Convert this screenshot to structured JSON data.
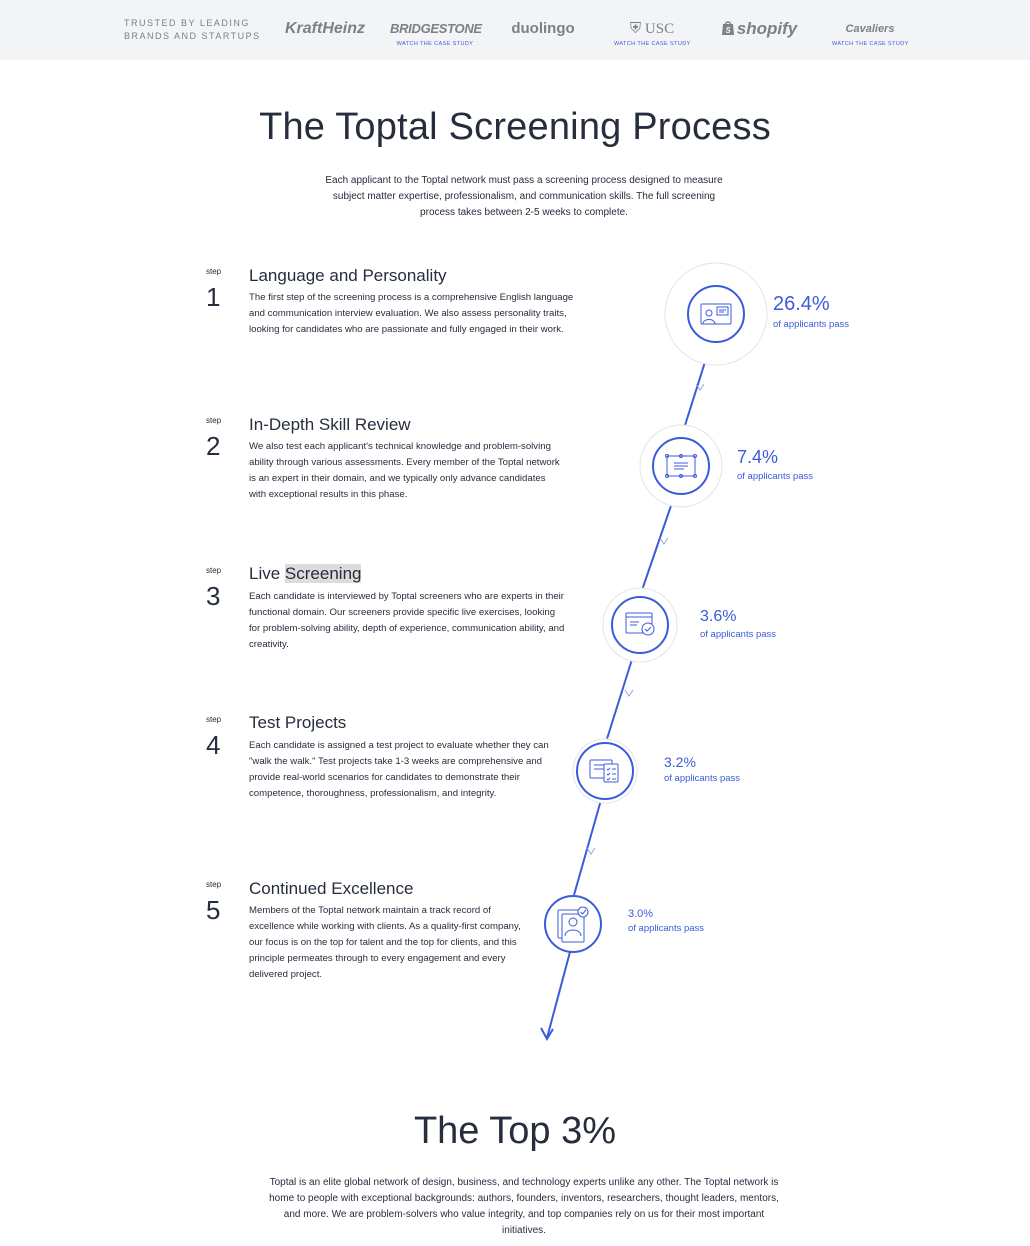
{
  "brandbar": {
    "trusted": "TRUSTED BY LEADING BRANDS AND STARTUPS",
    "case_study": "WATCH THE CASE STUDY",
    "logos": [
      "KraftHeinz",
      "BRIDGESTONE",
      "duolingo",
      "USC",
      "shopify",
      "Cavaliers"
    ]
  },
  "main": {
    "title": "The Toptal Screening Process",
    "intro": "Each applicant to the Toptal network must pass a screening process designed to measure subject matter expertise, professionalism, and communication skills. The full screening process takes between 2-5 weeks to complete."
  },
  "step_label": "step",
  "pass_label": "of applicants pass",
  "steps": [
    {
      "num": "1",
      "title": "Language and Personality",
      "desc": "The first step of the screening process is a comprehensive English language and communication interview evaluation. We also assess personality traits, looking for candidates who are passionate and fully engaged in their work.",
      "pct": "26.4%",
      "icon": "interview-chat-icon"
    },
    {
      "num": "2",
      "title": "In-Depth Skill Review",
      "desc": "We also test each applicant's technical knowledge and problem-solving ability through various assessments. Every member of the Toptal network is an expert in their domain, and we typically only advance candidates with exceptional results in this phase.",
      "pct": "7.4%",
      "icon": "assessment-board-icon"
    },
    {
      "num": "3",
      "title_a": "Live ",
      "title_b": "Screening",
      "desc": "Each candidate is interviewed by Toptal screeners who are experts in their functional domain. Our screeners provide specific live exercises, looking for problem-solving ability, depth of experience, communication ability, and creativity.",
      "pct": "3.6%",
      "icon": "live-screen-icon"
    },
    {
      "num": "4",
      "title": "Test Projects",
      "desc": "Each candidate is assigned a test project to evaluate whether they can \"walk the walk.\" Test projects take 1-3 weeks are comprehensive and provide real-world scenarios for candidates to demonstrate their competence, thoroughness, professionalism, and integrity.",
      "pct": "3.2%",
      "icon": "checklist-icon"
    },
    {
      "num": "5",
      "title": "Continued Excellence",
      "desc": "Members of the Toptal network maintain a track record of excellence while working with clients. As a quality-first company, our focus is on the top for talent and the top for clients, and this principle permeates through to every engagement and every delivered project.",
      "pct": "3.0%",
      "icon": "verified-profile-icon"
    }
  ],
  "bottom": {
    "title": "The Top 3%",
    "desc": "Toptal is an elite global network of design, business, and technology experts unlike any other. The Toptal network is home to people with exceptional backgrounds: authors, founders, inventors, researchers, thought leaders, mentors, and more. We are problem-solvers who value integrity, and top companies rely on us for their most important initiatives."
  },
  "colors": {
    "accent": "#3b5bdb",
    "text": "#262d3d",
    "bar_bg": "#f3f4f6"
  }
}
